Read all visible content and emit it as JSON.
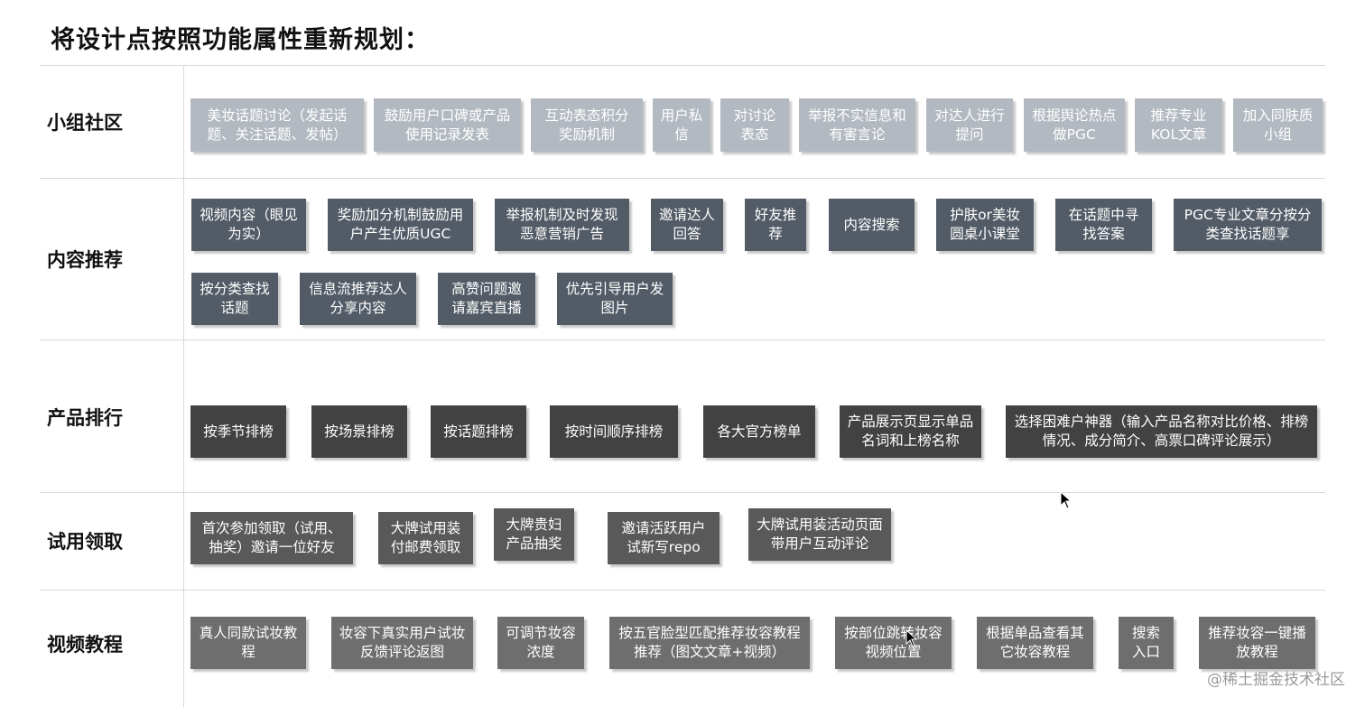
{
  "title": "将设计点按照功能属性重新规划：",
  "colors": {
    "community": "#b3b9c1",
    "content": "#535b66",
    "ranking": "#424242",
    "trial": "#595959",
    "video": "#6e6e6e"
  },
  "sections": [
    {
      "label": "小组社区",
      "cards": [
        "美妆话题讨论（发起话题、关注话题、发帖）",
        "鼓励用户口碑或产品使用记录发表",
        "互动表态积分奖励机制",
        "用户私信",
        "对讨论表态",
        "举报不实信息和有害言论",
        "对达人进行提问",
        "根据舆论热点做PGC",
        "推荐专业KOL文章",
        "加入同肤质小组"
      ]
    },
    {
      "label": "内容推荐",
      "cards": [
        "视频内容（眼见为实）",
        "奖励加分机制鼓励用户产生优质UGC",
        "举报机制及时发现恶意营销广告",
        "邀请达人回答",
        "好友推荐",
        "内容搜索",
        "护肤or美妆圆桌小课堂",
        "在话题中寻找答案",
        "PGC专业文章分按分类查找话题享",
        "按分类查找话题",
        "信息流推荐达人分享内容",
        "高赞问题邀请嘉宾直播",
        "优先引导用户发图片"
      ]
    },
    {
      "label": "产品排行",
      "cards": [
        "按季节排榜",
        "按场景排榜",
        "按话题排榜",
        "按时间顺序排榜",
        "各大官方榜单",
        "产品展示页显示单品名词和上榜名称",
        "选择困难户神器（输入产品名称对比价格、排榜情况、成分简介、高票口碑评论展示）"
      ]
    },
    {
      "label": "试用领取",
      "cards": [
        "首次参加领取（试用、抽奖）邀请一位好友",
        "大牌试用装付邮费领取",
        "大牌贵妇产品抽奖",
        "邀请活跃用户试新写repo",
        "大牌试用装活动页面带用户互动评论"
      ]
    },
    {
      "label": "视频教程",
      "cards": [
        "真人同款试妆教程",
        "妆容下真实用户试妆反馈评论返图",
        "可调节妆容浓度",
        "按五官脸型匹配推荐妆容教程推荐（图文文章+视频）",
        "按部位跳转妆容视频位置",
        "根据单品查看其它妆容教程",
        "搜索入口",
        "推荐妆容一键播放教程"
      ]
    }
  ],
  "watermark": "@稀土掘金技术社区",
  "icons": [
    "cursor-arrow-icon",
    "cursor-arrow-icon"
  ]
}
